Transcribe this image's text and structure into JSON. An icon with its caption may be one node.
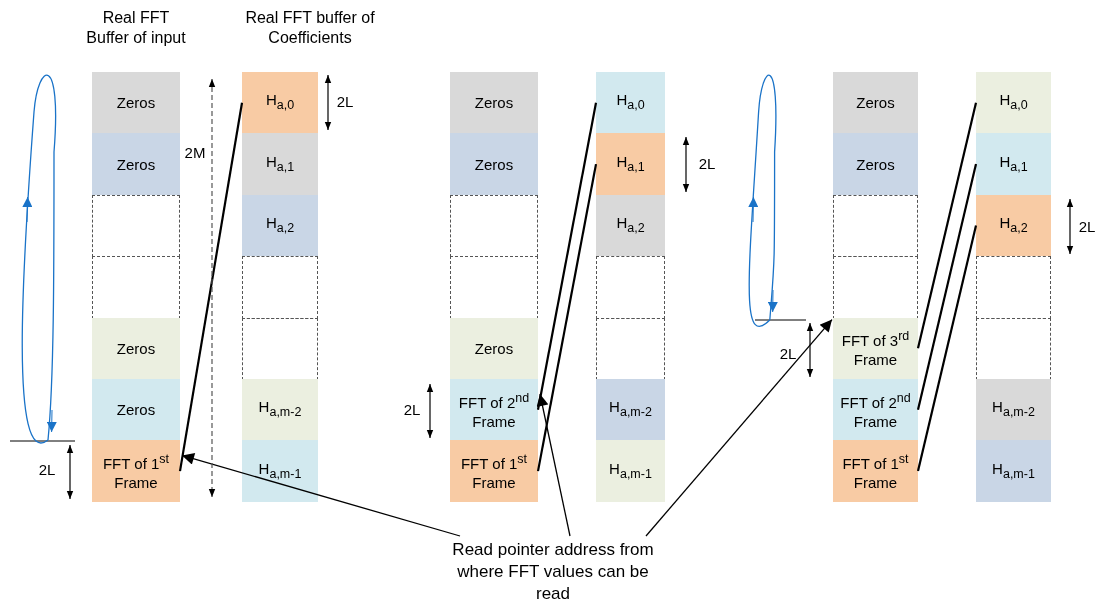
{
  "diagram": {
    "nodes": [
      {
        "text": [
          "Zeros"
        ]
      },
      {
        "text": [
          "Zeros"
        ]
      },
      {
        "text": [],
        "shape": "box"
      },
      {
        "text": [],
        "shape": "box"
      },
      {
        "text": [
          "Zeros"
        ]
      },
      {
        "text": [
          "Zeros"
        ]
      },
      {
        "text": [
          "FFT of 1$^{st}$ Frame"
        ]
      },
      {
        "text": [
          "H$_{a,0}$"
        ]
      },
      {
        "text": [
          "H$_{a,1}$"
        ]
      },
      {
        "text": [
          "H$_{a,2}$"
        ]
      },
      {
        "text": [],
        "shape": "box"
      },
      {
        "text": [],
        "shape": "box"
      },
      {
        "text": [
          "H$_{a,m-2}$"
        ]
      },
      {
        "text": [
          "H$_{a,m-1}$"
        ]
      },
      {
        "text": [
          "Zeros"
        ]
      },
      {
        "text": [
          "Zeros"
        ]
      },
      {
        "text": [],
        "shape": "box"
      },
      {
        "text": [],
        "shape": "box"
      },
      {
        "text": [
          "Zeros"
        ]
      },
      {
        "text": [
          "FFT of 2$^{nd}$ Frame"
        ]
      },
      {
        "text": [
          "FFT of 1$^{st}$ Frame"
        ]
      },
      {
        "text": [
          "H$_{a,0}$"
        ]
      },
      {
        "text": [
          "H$_{a,1}$"
        ]
      },
      {
        "text": [
          "H$_{a,2}$"
        ]
      },
      {
        "text": [],
        "shape": "box"
      },
      {
        "text": [],
        "shape": "box"
      },
      {
        "text": [
          "H$_{a,m-2}$"
        ]
      },
      {
        "text": [
          "H$_{a,m-1}$"
        ]
      },
      {
        "text": [
          "Zeros"
        ]
      },
      {
        "text": [
          "Zeros"
        ]
      },
      {
        "text": [],
        "shape": "box"
      },
      {
        "text": [],
        "shape": "box"
      },
      {
        "text": [
          "FFT of 3$^{rd}$ Frame"
        ]
      },
      {
        "text": [
          "FFT of 2$^{nd}$ Frame"
        ]
      },
      {
        "text": [
          "FFT of 1$^{st}$ Frame"
        ]
      },
      {
        "text": [
          "H$_{a,0}$"
        ]
      },
      {
        "text": [
          "H$_{a,1}$"
        ]
      },
      {
        "text": [
          "H$_{a,2}$"
        ]
      },
      {
        "text": [],
        "shape": "box"
      },
      {
        "text": [],
        "shape": "box"
      },
      {
        "text": [
          "H$_{a,m-2}$"
        ]
      },
      {
        "text": [
          "H$_{a,m-1}$"
        ]
      },
      {
        "text": [
          "Read pointer address from where FFT values can be read"
        ]
      }
    ],
    "edges": [
      {
        "from": 6,
        "to": 7,
        "arrow": "none"
      },
      {
        "from": 19,
        "to": 21,
        "arrow": "none"
      },
      {
        "from": 20,
        "to": 22,
        "arrow": "none"
      },
      {
        "from": 32,
        "to": 35,
        "arrow": "none"
      },
      {
        "from": 33,
        "to": 36,
        "arrow": "none"
      },
      {
        "from": 34,
        "to": 37,
        "arrow": "none"
      },
      {
        "from": 42,
        "to": 6,
        "arrow": "to"
      },
      {
        "from": 42,
        "to": 19,
        "arrow": "to"
      },
      {
        "from": 42,
        "to": 32,
        "arrow": "to"
      }
    ],
    "labels": [
      "Real FFT Buffer of input",
      "Real FFT buffer of Coefficients",
      "2L",
      "2M",
      "2L",
      "2L",
      "2L",
      "2L",
      "2L"
    ]
  }
}
